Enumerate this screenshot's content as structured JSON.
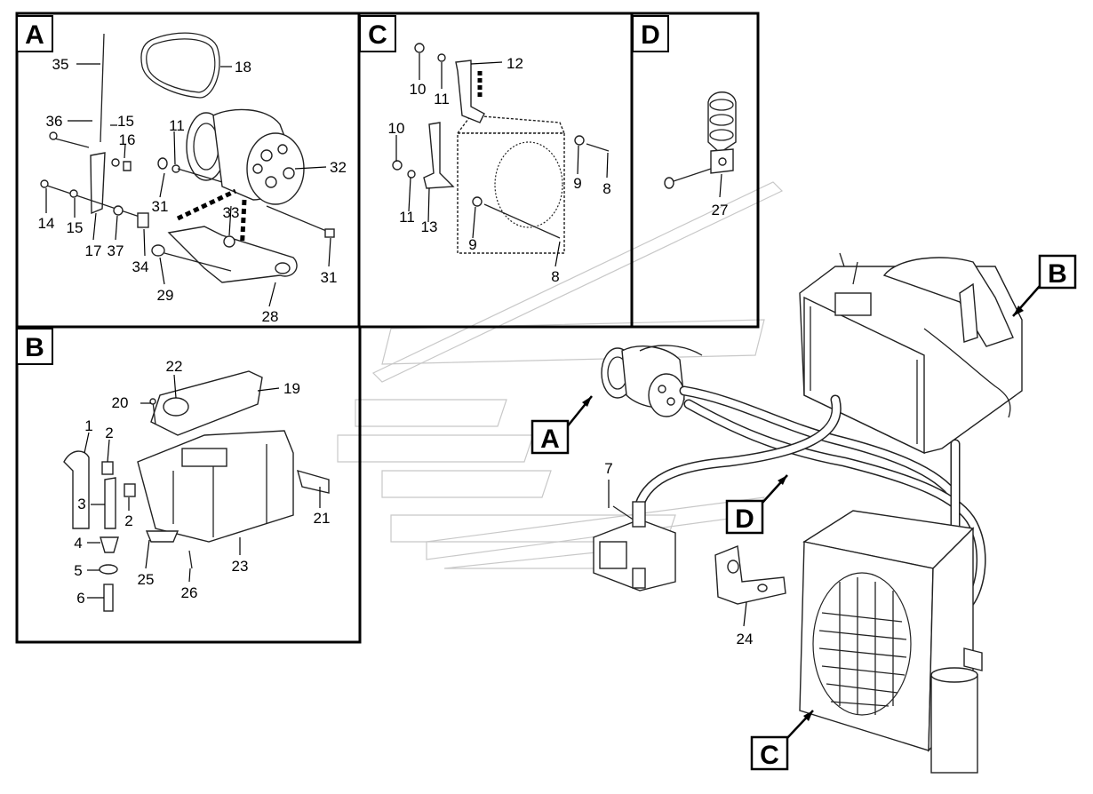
{
  "sections": {
    "A": "A",
    "B": "B",
    "C": "C",
    "D": "D"
  },
  "callouts": {
    "A": "A",
    "B": "B",
    "C": "C",
    "D": "D"
  },
  "part_numbers": {
    "a35": "35",
    "a18": "18",
    "a36": "36",
    "a15a": "15",
    "a16": "16",
    "a11": "11",
    "a32": "32",
    "a14": "14",
    "a15b": "15",
    "a17": "17",
    "a37": "37",
    "a31a": "31",
    "a33": "33",
    "a34": "34",
    "a31b": "31",
    "a29": "29",
    "a28": "28",
    "c12": "12",
    "c10a": "10",
    "c11a": "11",
    "c10b": "10",
    "c9a": "9",
    "c8a": "8",
    "c11b": "11",
    "c13": "13",
    "c9b": "9",
    "c8b": "8",
    "d27": "27",
    "b22": "22",
    "b19": "19",
    "b20": "20",
    "b1": "1",
    "b2a": "2",
    "b3": "3",
    "b2b": "2",
    "b21": "21",
    "b4": "4",
    "b5": "5",
    "b6": "6",
    "b25": "25",
    "b26": "26",
    "b23": "23",
    "m7": "7",
    "m24": "24"
  }
}
